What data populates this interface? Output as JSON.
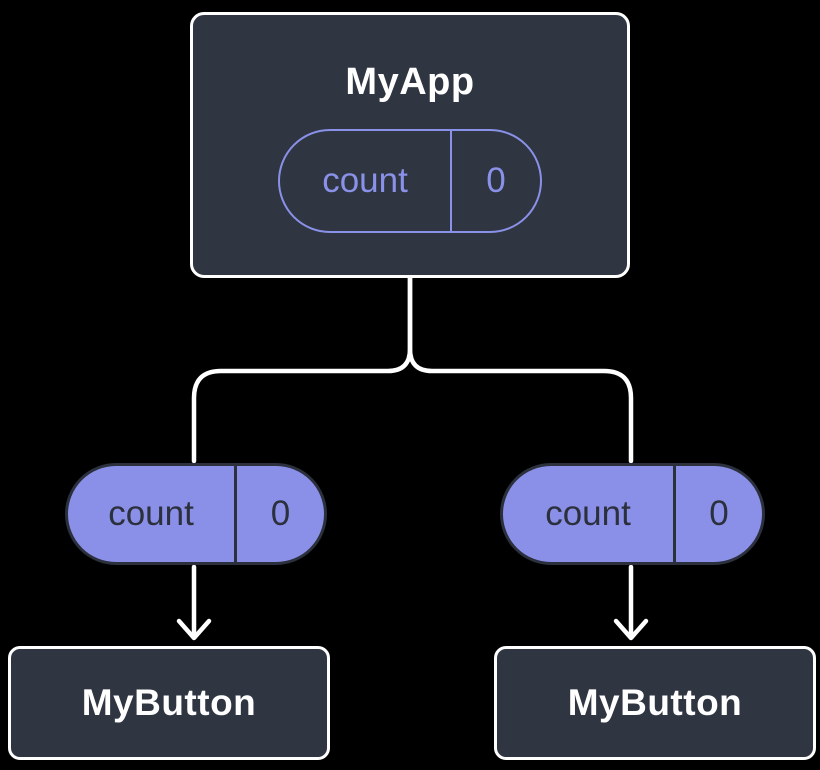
{
  "colors": {
    "background": "#000000",
    "box_fill": "#2F3541",
    "box_border": "#FFFFFF",
    "accent_purple": "#8A91E8",
    "prop_pill_fill": "#8A90E8",
    "prop_pill_dark": "#2B303C",
    "connector": "#FFFFFF",
    "text_white": "#FFFFFF"
  },
  "root_component": {
    "title": "MyApp",
    "state_pill": {
      "label": "count",
      "value": "0"
    }
  },
  "left_branch": {
    "prop_pill": {
      "label": "count",
      "value": "0"
    },
    "component": {
      "title": "MyButton"
    }
  },
  "right_branch": {
    "prop_pill": {
      "label": "count",
      "value": "0"
    },
    "component": {
      "title": "MyButton"
    }
  }
}
